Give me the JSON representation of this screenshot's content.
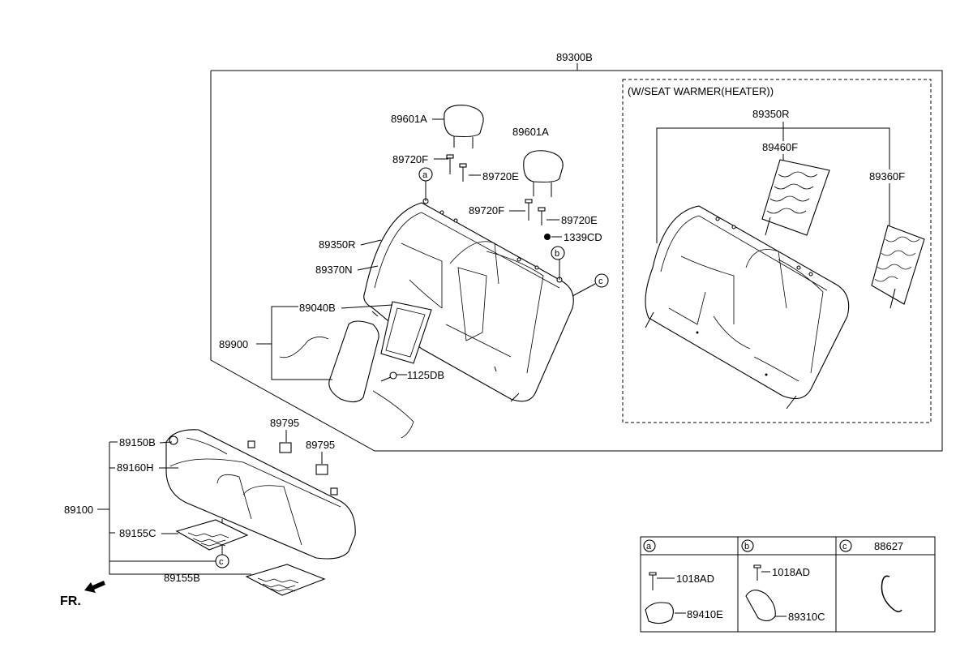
{
  "labels": {
    "assy": "89300B",
    "warmer_title": "(W/SEAT WARMER(HEATER))",
    "w_89350R": "89350R",
    "w_89460F": "89460F",
    "w_89360F": "89360F",
    "hr_left": "89601A",
    "hr_right": "89601A",
    "g_720F_1": "89720F",
    "g_720E_1": "89720E",
    "g_720F_2": "89720F",
    "g_720E_2": "89720E",
    "nut": "1339CD",
    "back_cover": "89350R",
    "back_pad": "89370N",
    "armrest_frame": "89040B",
    "armrest_group": "89900",
    "bolt": "1125DB",
    "hook_1": "89795",
    "hook_2": "89795",
    "cush_cover": "89150B",
    "cush_pad": "89160H",
    "cush_assy": "89100",
    "heater_c": "89155C",
    "heater_b": "89155B",
    "front": "FR."
  },
  "callouts": {
    "a": "a",
    "b": "b",
    "c": "c"
  },
  "table": {
    "col_a": {
      "key": "a",
      "screw": "1018AD",
      "part": "89410E"
    },
    "col_b": {
      "key": "b",
      "screw": "1018AD",
      "part": "89310C"
    },
    "col_c": {
      "key": "c",
      "part": "88627"
    }
  },
  "colors": {
    "line": "#000000",
    "background": "#ffffff"
  }
}
